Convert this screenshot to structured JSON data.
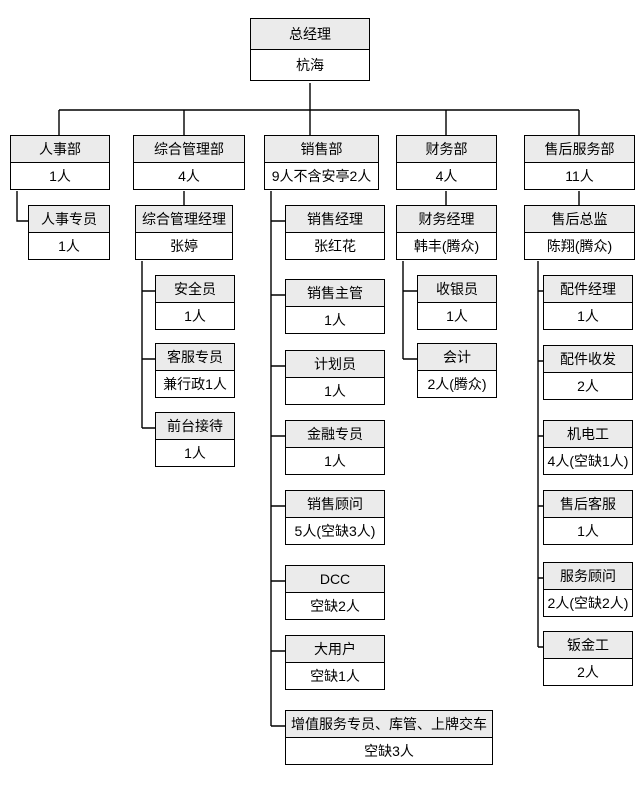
{
  "org_chart": {
    "colors": {
      "header_bg": "#ebebeb",
      "box_bg": "#ffffff",
      "border": "#000000",
      "page_bg": "#ffffff"
    },
    "nodes": {
      "general_manager": {
        "title": "总经理",
        "value": "杭海"
      },
      "hr_dept": {
        "title": "人事部",
        "value": "1人"
      },
      "hr_specialist": {
        "title": "人事专员",
        "value": "1人"
      },
      "admin_dept": {
        "title": "综合管理部",
        "value": "4人"
      },
      "admin_manager": {
        "title": "综合管理经理",
        "value": "张婷"
      },
      "safety_officer": {
        "title": "安全员",
        "value": "1人"
      },
      "service_specialist": {
        "title": "客服专员",
        "value": "兼行政1人"
      },
      "receptionist": {
        "title": "前台接待",
        "value": "1人"
      },
      "sales_dept": {
        "title": "销售部",
        "value": "9人不含安亭2人"
      },
      "sales_manager": {
        "title": "销售经理",
        "value": "张红花"
      },
      "sales_supervisor": {
        "title": "销售主管",
        "value": "1人"
      },
      "planner": {
        "title": "计划员",
        "value": "1人"
      },
      "finance_specialist": {
        "title": "金融专员",
        "value": "1人"
      },
      "sales_consultant": {
        "title": "销售顾问",
        "value": "5人(空缺3人)"
      },
      "dcc": {
        "title": "DCC",
        "value": "空缺2人"
      },
      "key_account": {
        "title": "大用户",
        "value": "空缺1人"
      },
      "value_added_group": {
        "title": "增值服务专员、库管、上牌交车",
        "value": "空缺3人"
      },
      "finance_dept": {
        "title": "财务部",
        "value": "4人"
      },
      "finance_manager": {
        "title": "财务经理",
        "value": "韩丰(腾众)"
      },
      "cashier": {
        "title": "收银员",
        "value": "1人"
      },
      "accountant": {
        "title": "会计",
        "value": "2人(腾众)"
      },
      "aftersales_dept": {
        "title": "售后服务部",
        "value": "11人"
      },
      "aftersales_director": {
        "title": "售后总监",
        "value": "陈翔(腾众)"
      },
      "parts_manager": {
        "title": "配件经理",
        "value": "1人"
      },
      "parts_clerk": {
        "title": "配件收发",
        "value": "2人"
      },
      "mechanic": {
        "title": "机电工",
        "value": "4人(空缺1人)"
      },
      "aftersales_service": {
        "title": "售后客服",
        "value": "1人"
      },
      "service_advisor": {
        "title": "服务顾问",
        "value": "2人(空缺2人)"
      },
      "sheet_metal_worker": {
        "title": "钣金工",
        "value": "2人"
      }
    }
  }
}
